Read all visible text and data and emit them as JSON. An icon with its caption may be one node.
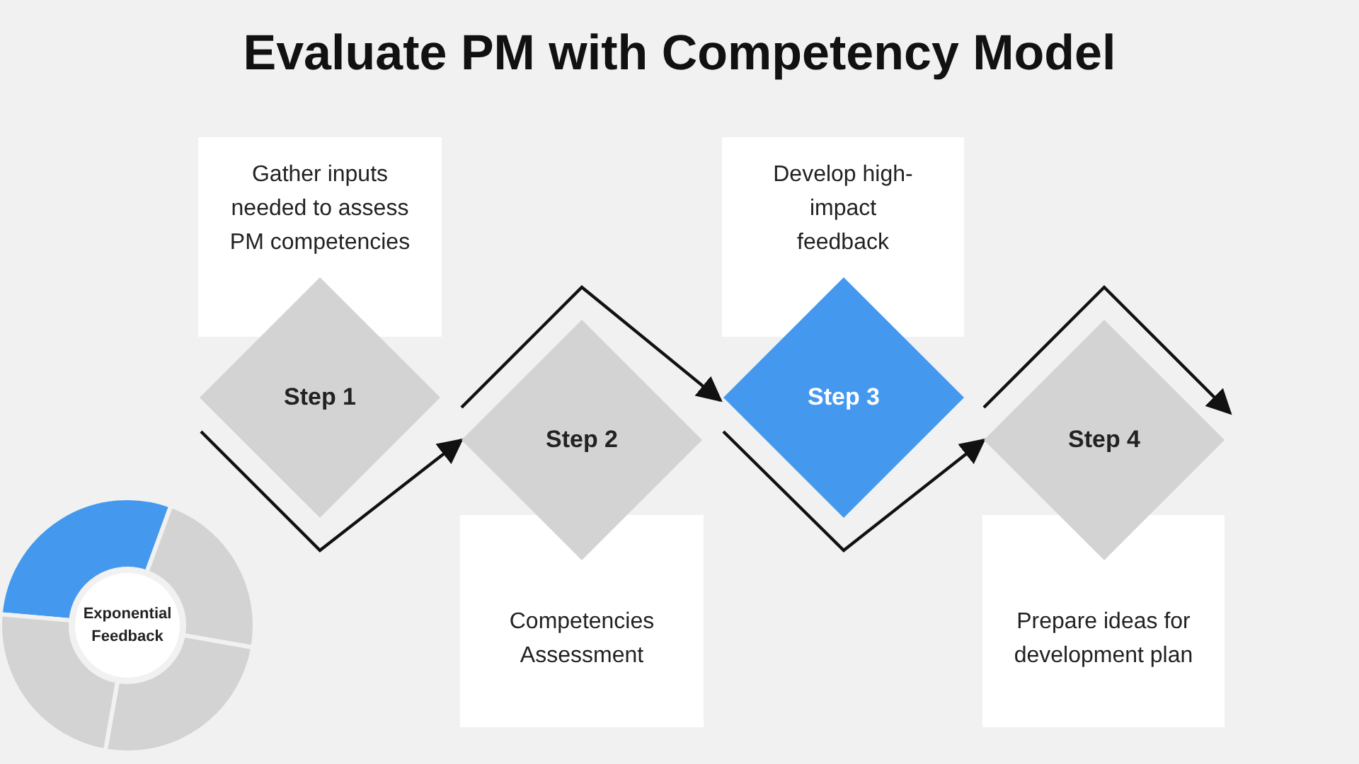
{
  "diagram": {
    "title": "Evaluate PM with Competency Model",
    "nodes": [
      {
        "text": [
          "Gather inputs needed to assess PM competencies"
        ]
      },
      {
        "text": [
          "Step 1"
        ]
      },
      {
        "text": [
          "Step 2"
        ]
      },
      {
        "text": [
          "Competencies Assessment"
        ]
      },
      {
        "text": [
          "Develop high-impact feedback"
        ]
      },
      {
        "text": [
          "Step 3"
        ]
      },
      {
        "text": [
          "Step 4"
        ]
      },
      {
        "text": [
          "Prepare ideas for development plan"
        ]
      },
      {
        "text": [
          "Exponential Feedback"
        ]
      }
    ],
    "edges": [
      {
        "from": null,
        "to": 2,
        "arrow": "to"
      },
      {
        "from": null,
        "to": 5,
        "arrow": "to"
      },
      {
        "from": null,
        "to": 6,
        "arrow": "to"
      }
    ]
  }
}
